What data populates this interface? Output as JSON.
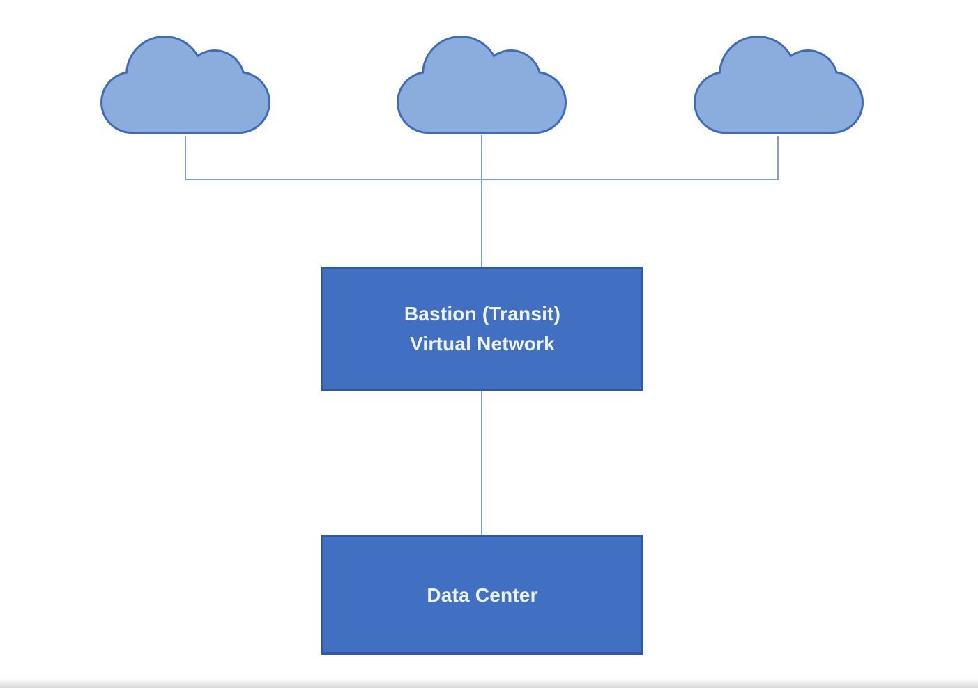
{
  "diagram": {
    "clouds": [
      {
        "icon": "cloud-icon",
        "position": "left"
      },
      {
        "icon": "cloud-icon",
        "position": "middle"
      },
      {
        "icon": "cloud-icon",
        "position": "right"
      }
    ],
    "bastion_box": {
      "line1": "Bastion (Transit)",
      "line2": "Virtual Network"
    },
    "datacenter_box": {
      "label": "Data Center"
    },
    "colors": {
      "cloud_fill": "#8badde",
      "cloud_border": "#3e6cb8",
      "connector": "#7c9fd6",
      "box_fill": "#4170c2",
      "box_border": "#2e5aa5",
      "box_text": "#eef3fa"
    }
  }
}
